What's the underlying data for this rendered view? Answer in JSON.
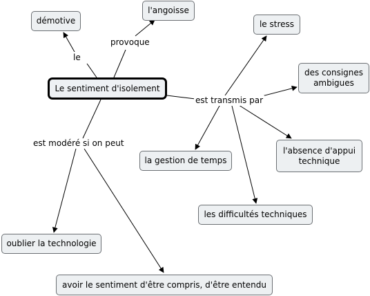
{
  "nodes": {
    "root": "Le sentiment d'isolement",
    "demotive": "démotive",
    "angoisse": "l'angoisse",
    "stress": "le stress",
    "consignes": "des consignes\nambigues",
    "appui": "l'absence d'appui\ntechnique",
    "gestion": "la gestion de temps",
    "difficultes": "les difficultés techniques",
    "oublier": "oublier la technologie",
    "compris": "avoir le sentiment d'être compris, d'être entendu"
  },
  "link_labels": {
    "le": "le",
    "provoque": "provoque",
    "transmis": "est transmis par",
    "modere": "est modéré si on peut"
  },
  "colors": {
    "node_fill": "#edf0f2",
    "node_border": "#6b6f73",
    "root_border": "#000000",
    "line": "#000000"
  }
}
